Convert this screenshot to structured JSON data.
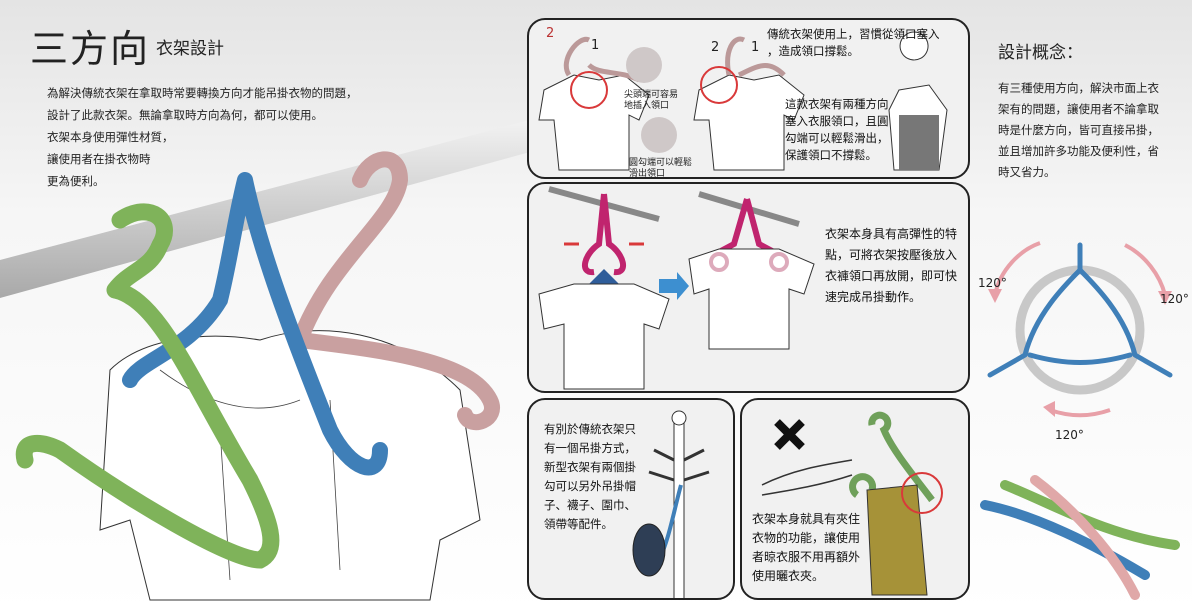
{
  "header": {
    "title": "三方向",
    "subtitle": "衣架設計"
  },
  "intro": {
    "lines": [
      "為解決傳統衣架在拿取時常要轉換方向才能吊掛衣物的問題，",
      "設計了此款衣架。無論拿取時方向為何，都可以使用。",
      "衣架本身使用彈性材質，",
      "讓使用者在掛衣物時",
      "更為便利。"
    ]
  },
  "panel1": {
    "step_labels": [
      "2",
      "1",
      "2",
      "1"
    ],
    "callout_tip": [
      "尖頭端可容易",
      "地插入領口"
    ],
    "callout_round": [
      "圓勾端可以輕鬆",
      "滑出領口"
    ],
    "text_traditional": [
      "傳統衣架使用上，習慣從領口塞入",
      "，造成領口撐鬆。"
    ],
    "text_new": [
      "這款衣架有兩種方向",
      "塞入衣服領口，且圓",
      "勾端可以輕鬆滑出，",
      "保護領口不撐鬆。"
    ]
  },
  "panel2": {
    "text": [
      "衣架本身具有高彈性的特",
      "點，可將衣架按壓後放入",
      "衣褲領口再放開，即可快",
      "速完成吊掛動作。"
    ]
  },
  "panel3": {
    "text": [
      "有別於傳統衣架只",
      "有一個吊掛方式，",
      "新型衣架有兩個掛",
      "勾可以另外吊掛帽",
      "子、襪子、圍巾、",
      "領帶等配件。"
    ]
  },
  "panel4": {
    "text": [
      "衣架本身就具有夾住",
      "衣物的功能，讓使用",
      "者晾衣服不用再額外",
      "使用曬衣夾。"
    ],
    "cross_icon": "x-mark"
  },
  "concept": {
    "heading": "設計概念：",
    "lines": [
      "有三種使用方向，解決市面上衣",
      "架有的問題，讓使用者不論拿取",
      "時是什麼方向，皆可直接吊掛，",
      "並且增加許多功能及便利性，省",
      "時又省力。"
    ],
    "angles": [
      "120°",
      "120°",
      "120°"
    ]
  },
  "colors": {
    "green": "#7fb35a",
    "blue": "#3f7fb8",
    "pink": "#c9a0a0",
    "magenta": "#c0246e",
    "red_marker": "#d9393a",
    "rod": "#cfcfcf"
  }
}
